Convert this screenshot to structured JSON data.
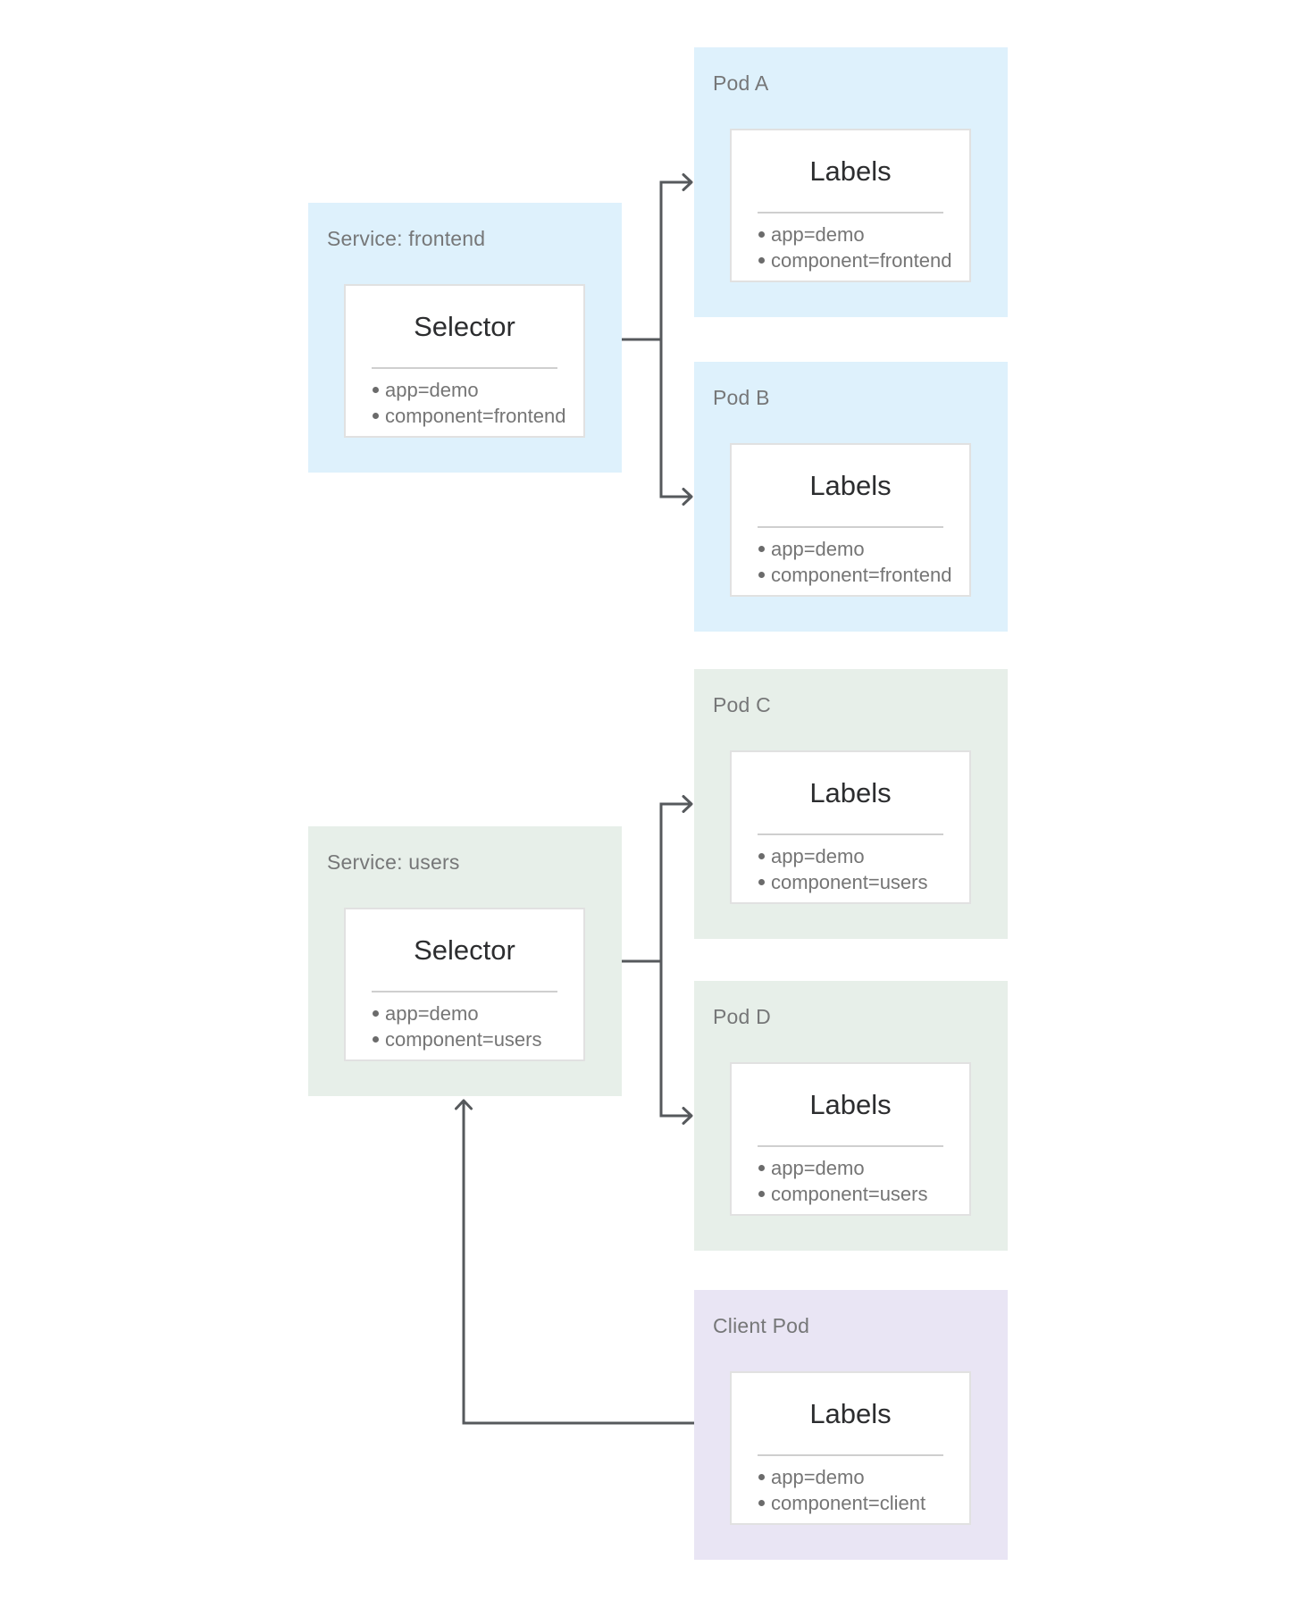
{
  "diagram": {
    "nodes": {
      "service_frontend": {
        "title": "Service: frontend",
        "card_title": "Selector",
        "items": [
          "app=demo",
          "component=frontend"
        ]
      },
      "pod_a": {
        "title": "Pod A",
        "card_title": "Labels",
        "items": [
          "app=demo",
          "component=frontend"
        ]
      },
      "pod_b": {
        "title": "Pod B",
        "card_title": "Labels",
        "items": [
          "app=demo",
          "component=frontend"
        ]
      },
      "service_users": {
        "title": "Service: users",
        "card_title": "Selector",
        "items": [
          "app=demo",
          "component=users"
        ]
      },
      "pod_c": {
        "title": "Pod C",
        "card_title": "Labels",
        "items": [
          "app=demo",
          "component=users"
        ]
      },
      "pod_d": {
        "title": "Pod D",
        "card_title": "Labels",
        "items": [
          "app=demo",
          "component=users"
        ]
      },
      "client_pod": {
        "title": "Client Pod",
        "card_title": "Labels",
        "items": [
          "app=demo",
          "component=client"
        ]
      }
    },
    "edges": [
      {
        "from": "service_frontend",
        "to": "pod_a"
      },
      {
        "from": "service_frontend",
        "to": "pod_b"
      },
      {
        "from": "service_users",
        "to": "pod_c"
      },
      {
        "from": "service_users",
        "to": "pod_d"
      },
      {
        "from": "client_pod",
        "to": "service_users"
      }
    ],
    "colors": {
      "frontend_group_bg": "#def1fc",
      "users_group_bg": "#e7efe9",
      "client_group_bg": "#e9e5f4",
      "card_bg": "#ffffff",
      "card_border": "#e1e1e1",
      "divider": "#cfcfcf",
      "connector": "#56595c",
      "title_text": "#767778",
      "heading_text": "#2c2d2f",
      "list_text": "#757575"
    }
  }
}
